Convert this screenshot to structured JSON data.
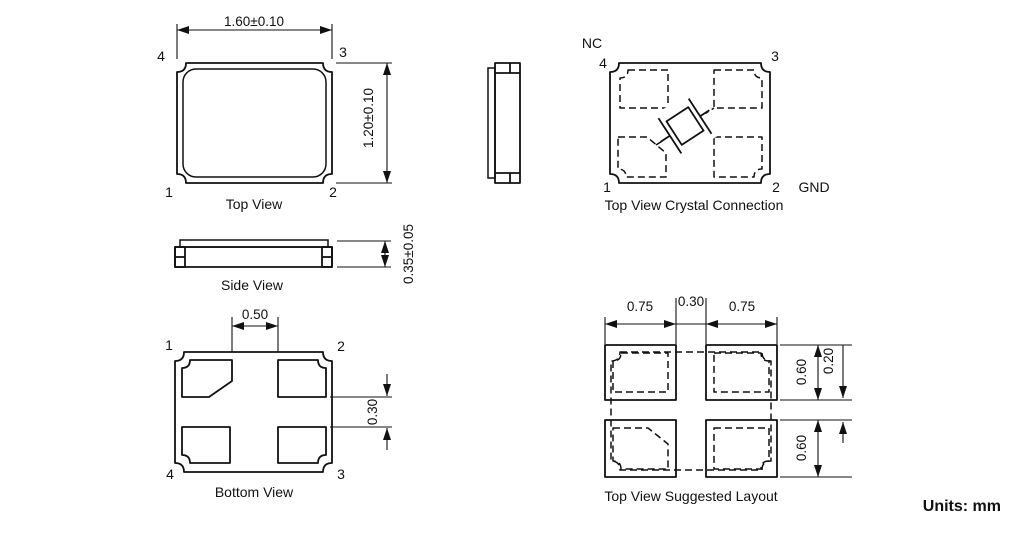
{
  "drawing": {
    "units_note": "Units: mm",
    "top_view": {
      "title": "Top View",
      "dim_width": "1.60±0.10",
      "dim_height": "1.20±0.10",
      "pin_top_left": "4",
      "pin_top_right": "3",
      "pin_bottom_left": "1",
      "pin_bottom_right": "2"
    },
    "side_view": {
      "title": "Side View",
      "dim_thickness": "0.35±0.05"
    },
    "bottom_view": {
      "title": "Bottom View",
      "dim_pad_spacing_x": "0.50",
      "dim_pad_spacing_y": "0.30",
      "pin_top_left": "1",
      "pin_top_right": "2",
      "pin_bottom_left": "4",
      "pin_bottom_right": "3"
    },
    "crystal_connection_view": {
      "title": "Top View Crystal Connection",
      "label_nc": "NC",
      "label_gnd": "GND",
      "pin_top_left": "4",
      "pin_top_right": "3",
      "pin_bottom_left": "1",
      "pin_bottom_right": "2"
    },
    "layout_view": {
      "title": "Top View Suggested Layout",
      "dim_pad_width_left": "0.75",
      "dim_pad_gap": "0.30",
      "dim_pad_width_right": "0.75",
      "dim_pad_height_top": "0.60",
      "dim_row_offset": "0.20",
      "dim_pad_height_bottom": "0.60"
    },
    "colors": {
      "line": "#111111",
      "background": "#ffffff"
    }
  }
}
